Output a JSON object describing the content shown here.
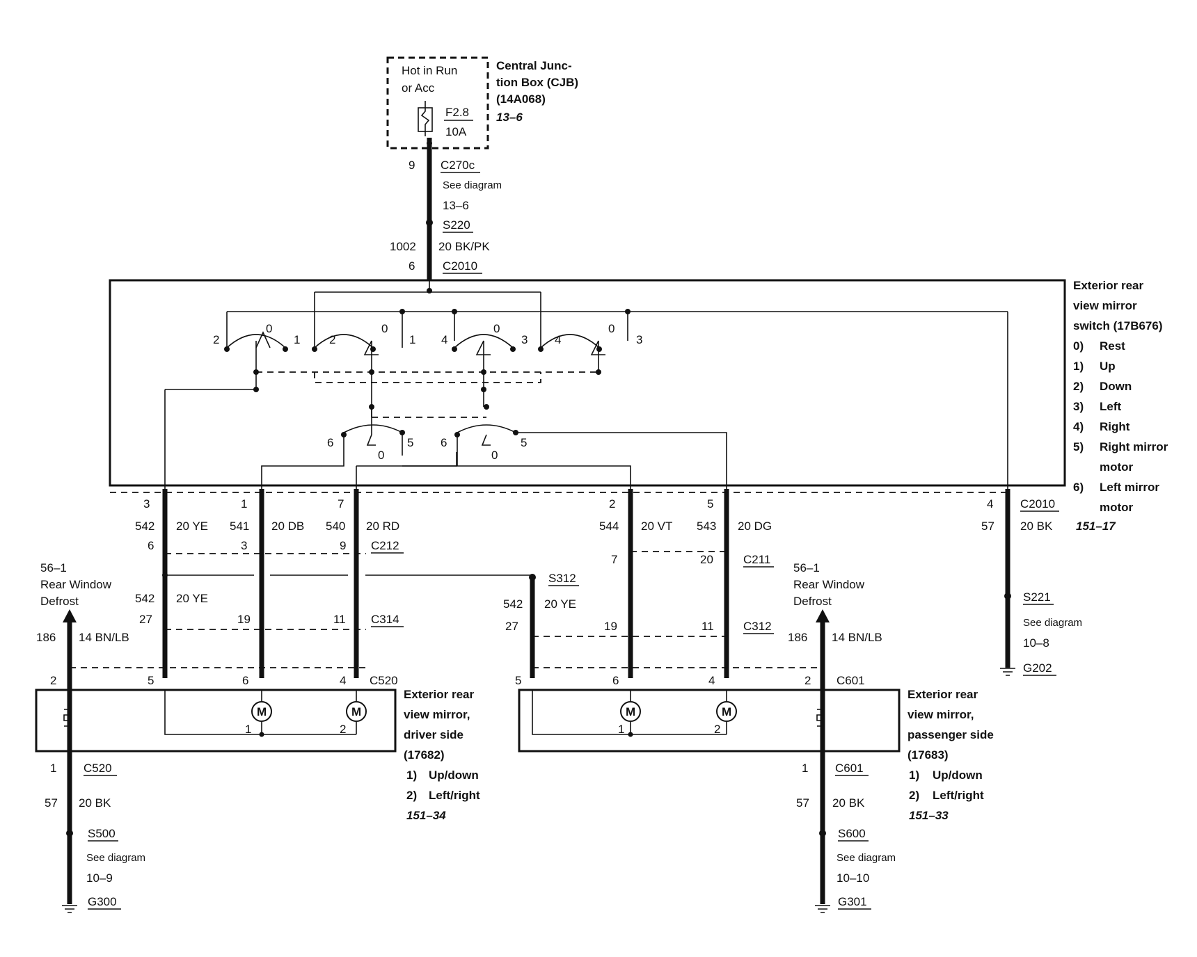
{
  "cjb": {
    "label_lines": [
      "Hot in Run",
      "or Acc"
    ],
    "fuse_id": "F2.8",
    "fuse_rating": "10A",
    "title_lines": [
      "Central Junc-",
      "tion Box (CJB)",
      "(14A068)"
    ],
    "ref": "13–6"
  },
  "feed": {
    "pin_top": "9",
    "conn_top": "C270c",
    "see_lines": [
      "See diagram",
      "13–6"
    ],
    "splice": "S220",
    "circuit": "1002",
    "wire": "20 BK/PK",
    "pin_bottom": "6",
    "conn_bottom": "C2010"
  },
  "switch": {
    "title_lines": [
      "Exterior rear",
      "view mirror",
      "switch (17B676)"
    ],
    "legend": [
      {
        "n": "0)",
        "t": "Rest"
      },
      {
        "n": "1)",
        "t": "Up"
      },
      {
        "n": "2)",
        "t": "Down"
      },
      {
        "n": "3)",
        "t": "Left"
      },
      {
        "n": "4)",
        "t": "Right"
      },
      {
        "n": "5)",
        "t": "Right mirror",
        "t2": "motor"
      },
      {
        "n": "6)",
        "t": "Left mirror",
        "t2": "motor"
      }
    ],
    "ref": "151–17",
    "contacts": [
      "2",
      "0",
      "1",
      "2",
      "0",
      "1",
      "4",
      "0",
      "3",
      "4",
      "0",
      "3",
      "6",
      "0",
      "5",
      "6",
      "0",
      "5"
    ]
  },
  "switch_outputs": {
    "pins": [
      "3",
      "1",
      "7",
      "2",
      "5",
      "4"
    ],
    "circuits": [
      "542",
      "541",
      "540",
      "544",
      "543",
      "57"
    ],
    "wires": [
      "20 YE",
      "20 DB",
      "20 RD",
      "20 VT",
      "20 DG",
      "20 BK"
    ],
    "conn": "C2010"
  },
  "c212": {
    "pins": [
      "6",
      "3",
      "9"
    ],
    "name": "C212"
  },
  "c211": {
    "pins": [
      "7",
      "20"
    ],
    "name": "C211"
  },
  "c314": {
    "pins": [
      "27",
      "19",
      "11"
    ],
    "name": "C314"
  },
  "c312": {
    "pins": [
      "27",
      "19",
      "11"
    ],
    "name": "C312"
  },
  "defrost_left": {
    "ref": "56–1",
    "lines": [
      "Rear Window",
      "Defrost"
    ],
    "circuit": "186",
    "wire": "14 BN/LB"
  },
  "defrost_right": {
    "ref": "56–1",
    "lines": [
      "Rear Window",
      "Defrost"
    ],
    "circuit": "186",
    "wire": "14 BN/LB"
  },
  "mid_left": {
    "circuit": "542",
    "wire": "20 YE"
  },
  "s312": {
    "name": "S312",
    "circuit": "542",
    "wire": "20 YE"
  },
  "s221": {
    "name": "S221",
    "see_lines": [
      "See diagram",
      "10–8"
    ],
    "ground": "G202"
  },
  "c520": {
    "name": "C520",
    "pins": [
      "2",
      "5",
      "6",
      "4"
    ]
  },
  "c601": {
    "name": "C601",
    "pins": [
      "5",
      "6",
      "4",
      "2"
    ]
  },
  "mirror_driver": {
    "title_lines": [
      "Exterior rear",
      "view mirror,",
      "driver side",
      "(17682)"
    ],
    "legend": [
      {
        "n": "1)",
        "t": "Up/down"
      },
      {
        "n": "2)",
        "t": "Left/right"
      }
    ],
    "ref": "151–34",
    "motor_label": "M",
    "motor_pins": [
      "1",
      "2"
    ]
  },
  "mirror_pass": {
    "title_lines": [
      "Exterior rear",
      "view mirror,",
      "passenger side",
      "(17683)"
    ],
    "legend": [
      {
        "n": "1)",
        "t": "Up/down"
      },
      {
        "n": "2)",
        "t": "Left/right"
      }
    ],
    "ref": "151–33",
    "motor_label": "M",
    "motor_pins": [
      "1",
      "2"
    ]
  },
  "ground_left": {
    "pin": "1",
    "conn": "C520",
    "circuit": "57",
    "wire": "20 BK",
    "splice": "S500",
    "see_lines": [
      "See diagram",
      "10–9"
    ],
    "ground": "G300"
  },
  "ground_right": {
    "pin": "1",
    "conn": "C601",
    "circuit": "57",
    "wire": "20 BK",
    "splice": "S600",
    "see_lines": [
      "See diagram",
      "10–10"
    ],
    "ground": "G301"
  }
}
